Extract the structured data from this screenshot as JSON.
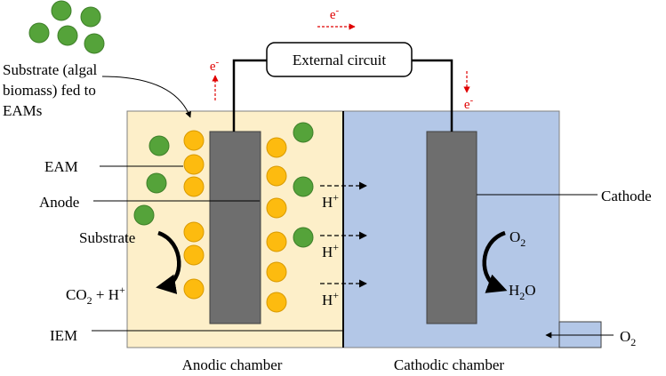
{
  "labels": {
    "substrate_feed": [
      "Substrate (algal",
      "biomass) fed to",
      "EAMs"
    ],
    "eam": "EAM",
    "anode": "Anode",
    "substrate": "Substrate",
    "co2": "CO",
    "co2_sub": "2",
    "co2_rest": " + H",
    "plus": "+",
    "iem": "IEM",
    "hplus": "H",
    "cathode": "Cathode",
    "o2": "O",
    "o2_sub": "2",
    "h2o_h": "H",
    "h2o_sub": "2",
    "h2o_o": "O",
    "o2_inlet": "O",
    "o2_inlet_sub": "2",
    "external_circuit": "External circuit",
    "anodic_chamber": "Anodic chamber",
    "cathodic_chamber": "Cathodic chamber",
    "electron": "e",
    "minus": "-"
  },
  "colors": {
    "anodic_fill": "#fdefc9",
    "cathodic_fill": "#b3c7e7",
    "electrode": "#6e6e6e",
    "eam": "#fdbb0f",
    "algae": "#55a33a",
    "electron_red": "#e00000"
  }
}
